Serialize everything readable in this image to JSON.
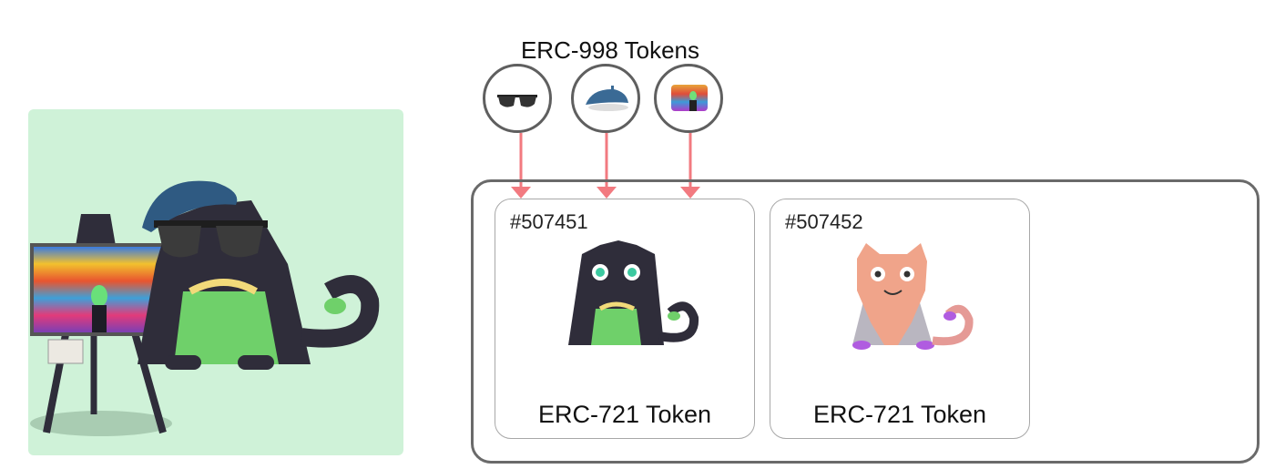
{
  "erc998": {
    "title": "ERC-998 Tokens",
    "tokens": [
      {
        "icon": "sunglasses-icon",
        "label": "Sunglasses"
      },
      {
        "icon": "beret-icon",
        "label": "Beret"
      },
      {
        "icon": "painting-icon",
        "label": "Painting"
      }
    ]
  },
  "erc721": {
    "cards": [
      {
        "id": "#507451",
        "label": "ERC-721 Token"
      },
      {
        "id": "#507452",
        "label": "ERC-721 Token"
      }
    ]
  },
  "colors": {
    "arrow": "#f27a80",
    "scene_bg": "#cff2d8",
    "outline": "#6a6a6a"
  }
}
